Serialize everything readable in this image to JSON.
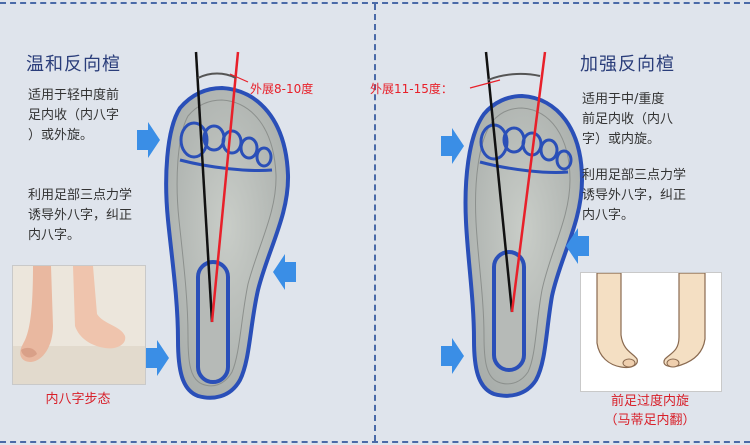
{
  "left_panel": {
    "title": "温和反向楦",
    "desc1": "适用于轻中度前\n足内收（内八字\n）或外旋。",
    "desc2": "利用足部三点力学\n诱导外八字，纠正\n内八字。",
    "angle_label": "外展8-10度",
    "photo_caption": "内八字步态"
  },
  "right_panel": {
    "title": "加强反向楦",
    "desc1": "适用于中/重度\n前足内收（内八\n字）或内旋。",
    "desc2": "利用足部三点力学\n诱导外八字，纠正\n内八字。",
    "angle_label": "外展11-15度：",
    "photo_caption_line1": "前足过度内旋",
    "photo_caption_line2": "（马蒂足内翻）"
  },
  "colors": {
    "arrow": "#3a8ee6",
    "insole_outline": "#2a4fb8",
    "red_line": "#e8202a",
    "text_red": "#d8202a",
    "title": "#2a3d7a"
  },
  "icons": [
    "pressure-arrow-icon",
    "toe-outline-icon"
  ]
}
